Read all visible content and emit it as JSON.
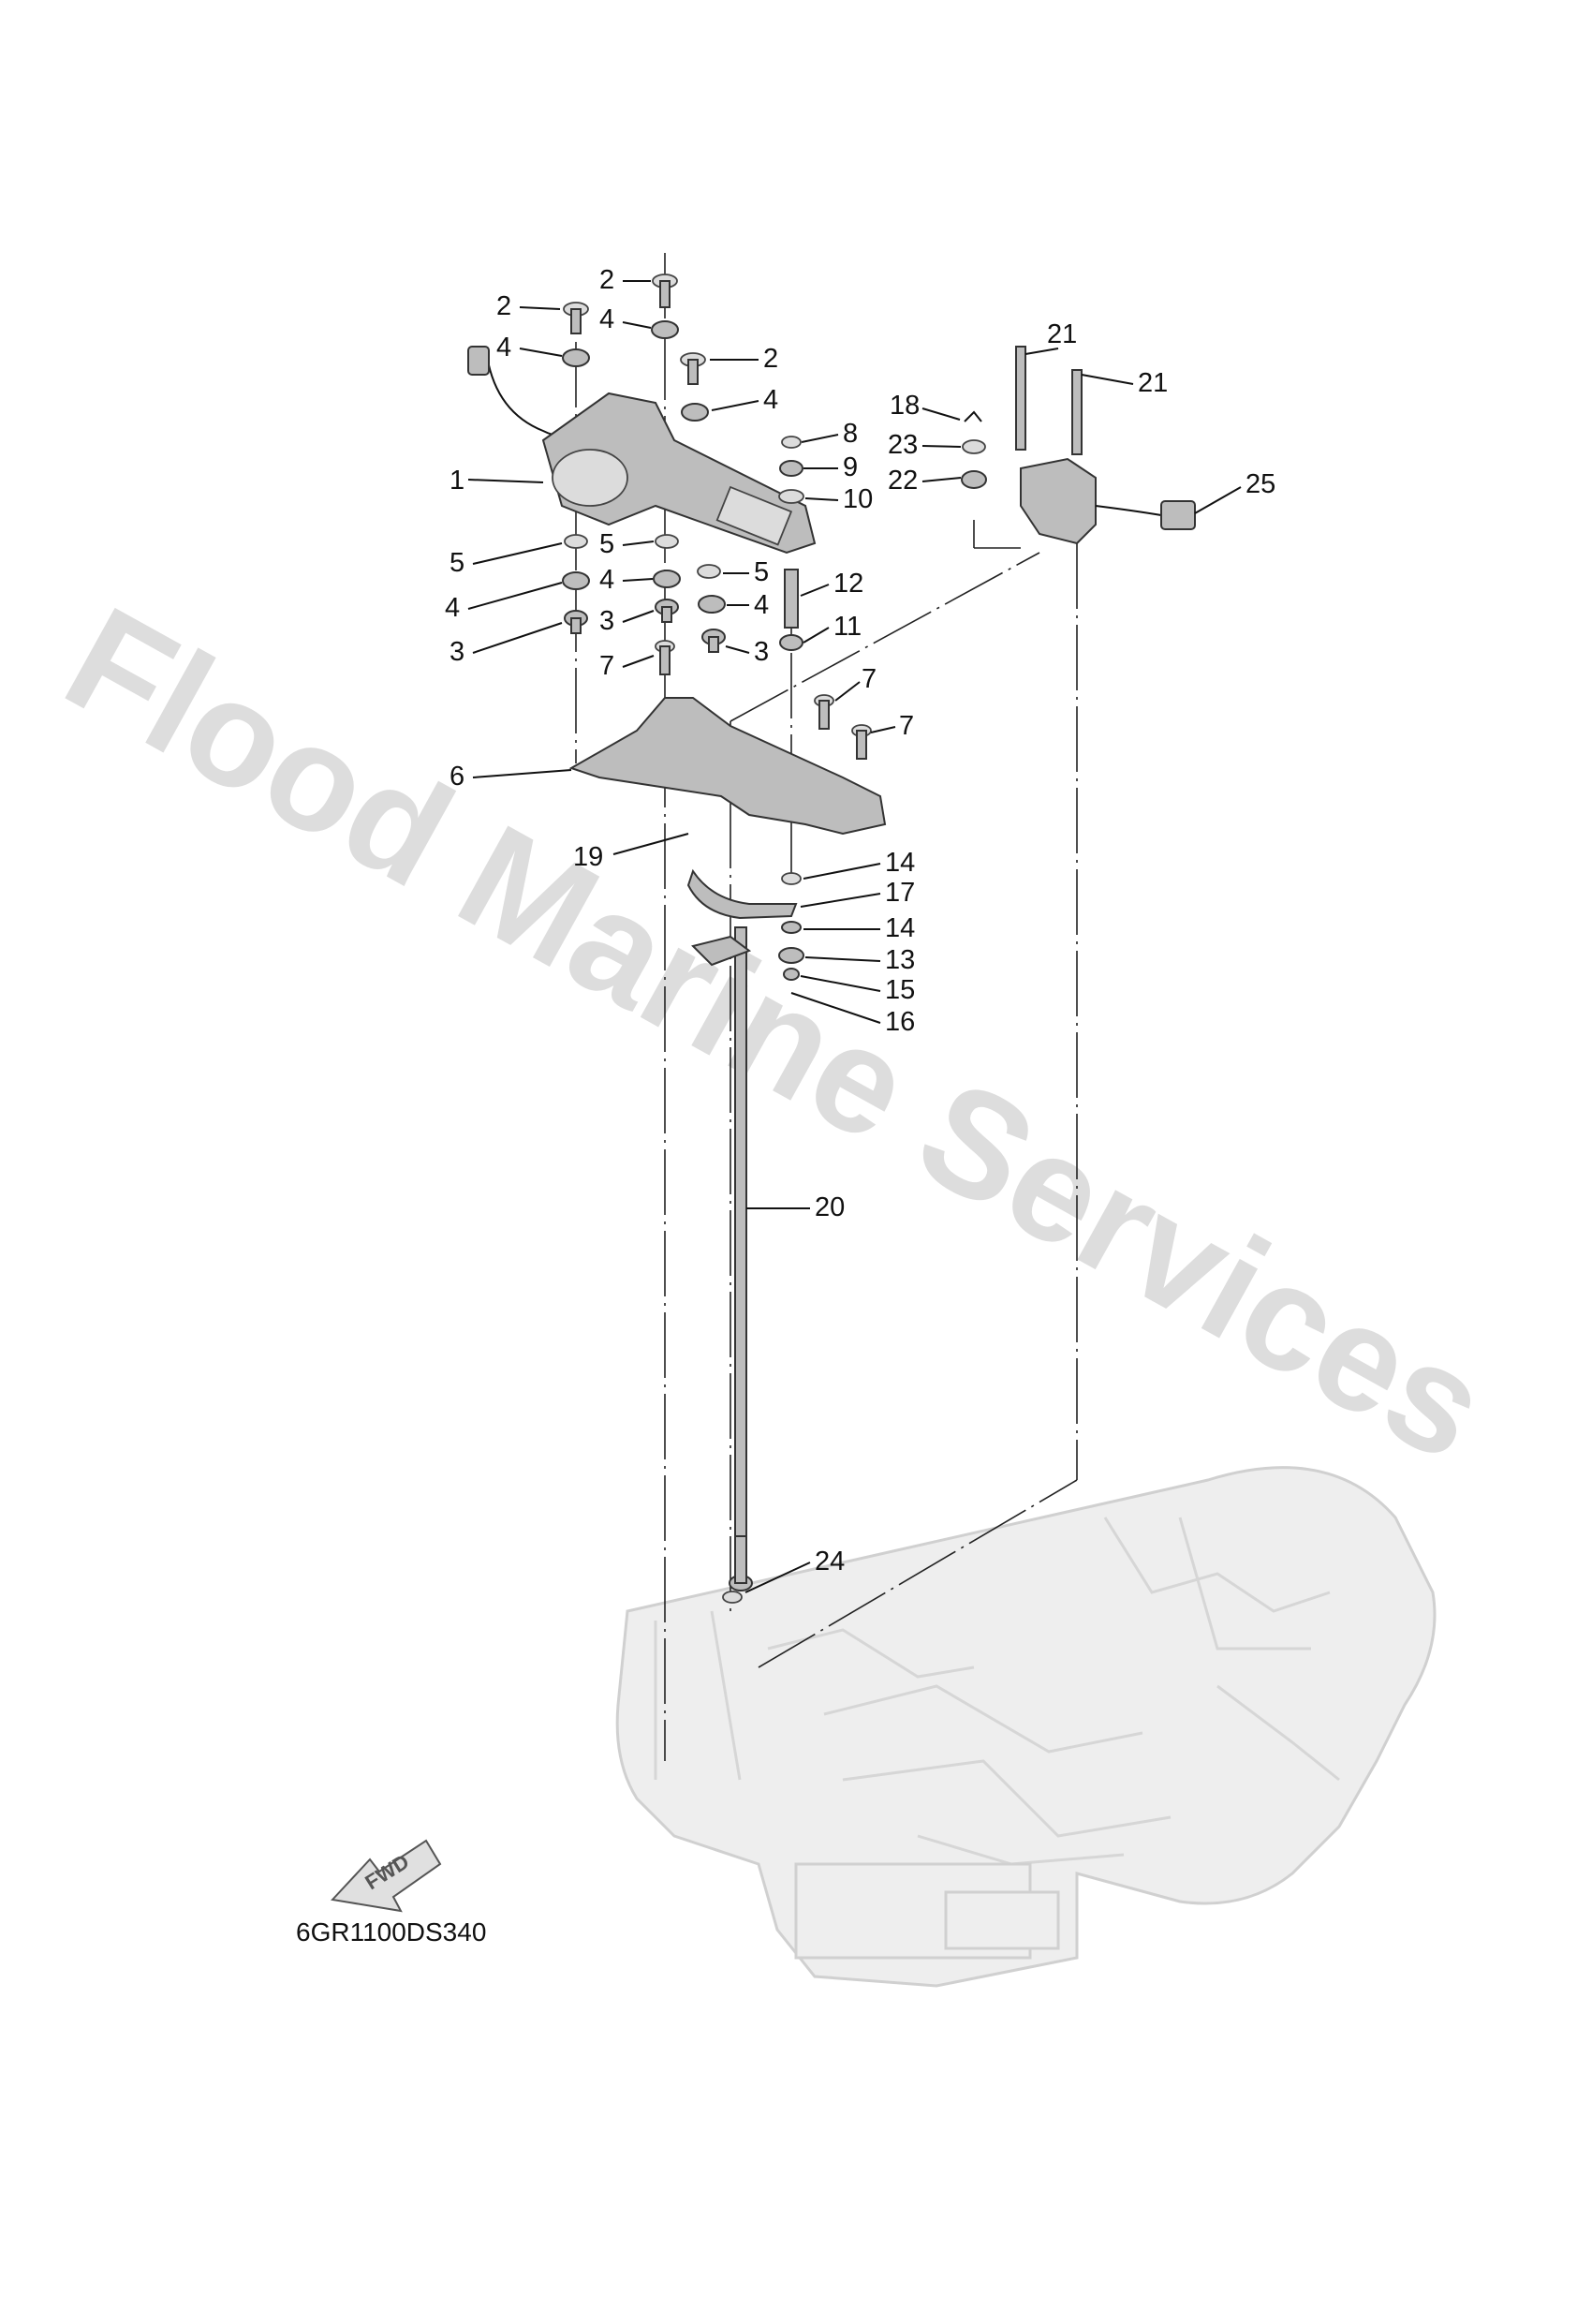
{
  "watermark": "Flood Marine Services",
  "diagram_code": "6GR1100DS340",
  "fwd_label": "FWD",
  "callouts": {
    "c1": "1",
    "c2a": "2",
    "c2b": "2",
    "c2c": "2",
    "c3a": "3",
    "c3b": "3",
    "c3c": "3",
    "c4a": "4",
    "c4b": "4",
    "c4c": "4",
    "c4d": "4",
    "c4e": "4",
    "c4f": "4",
    "c5a": "5",
    "c5b": "5",
    "c5c": "5",
    "c6": "6",
    "c7a": "7",
    "c7b": "7",
    "c7c": "7",
    "c8": "8",
    "c9": "9",
    "c10": "10",
    "c11": "11",
    "c12": "12",
    "c13": "13",
    "c14a": "14",
    "c14b": "14",
    "c15": "15",
    "c16": "16",
    "c17": "17",
    "c18": "18",
    "c19": "19",
    "c20": "20",
    "c21a": "21",
    "c21b": "21",
    "c22": "22",
    "c23": "23",
    "c24": "24",
    "c25": "25"
  }
}
